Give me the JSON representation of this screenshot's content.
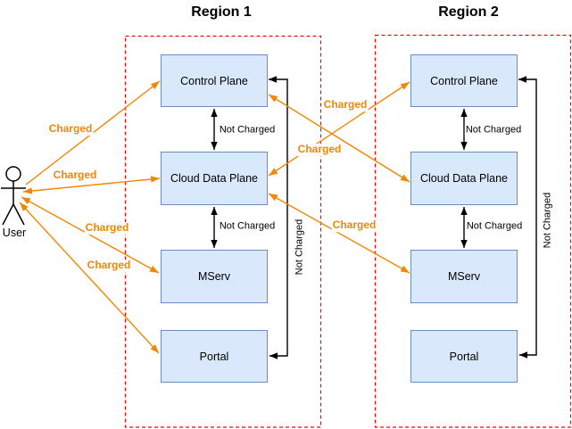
{
  "diagram": {
    "actor": {
      "label": "User"
    },
    "regions": [
      {
        "title": "Region 1",
        "nodes": [
          "Control Plane",
          "Cloud Data Plane",
          "MServ",
          "Portal"
        ]
      },
      {
        "title": "Region 2",
        "nodes": [
          "Control Plane",
          "Cloud Data Plane",
          "MServ",
          "Portal"
        ]
      }
    ],
    "labels": {
      "charged": "Charged",
      "not_charged": "Not Charged"
    },
    "edges": [
      {
        "from": "User",
        "to": "Region 1 / Control Plane",
        "status": "Charged"
      },
      {
        "from": "User",
        "to": "Region 1 / Cloud Data Plane",
        "status": "Charged"
      },
      {
        "from": "User",
        "to": "Region 1 / MServ",
        "status": "Charged"
      },
      {
        "from": "User",
        "to": "Region 1 / Portal",
        "status": "Charged"
      },
      {
        "from": "Region 1 / Control Plane",
        "to": "Region 2 / Cloud Data Plane",
        "status": "Charged"
      },
      {
        "from": "Region 1 / Cloud Data Plane",
        "to": "Region 2 / Control Plane",
        "status": "Charged"
      },
      {
        "from": "Region 1 / Cloud Data Plane",
        "to": "Region 2 / MServ",
        "status": "Charged"
      },
      {
        "from": "Region 1 / Control Plane",
        "to": "Region 1 / Cloud Data Plane",
        "status": "Not Charged"
      },
      {
        "from": "Region 1 / Cloud Data Plane",
        "to": "Region 1 / MServ",
        "status": "Not Charged"
      },
      {
        "from": "Region 1 / Control Plane",
        "to": "Region 1 / Portal",
        "status": "Not Charged"
      },
      {
        "from": "Region 2 / Control Plane",
        "to": "Region 2 / Cloud Data Plane",
        "status": "Not Charged"
      },
      {
        "from": "Region 2 / Cloud Data Plane",
        "to": "Region 2 / MServ",
        "status": "Not Charged"
      },
      {
        "from": "Region 2 / Control Plane",
        "to": "Region 2 / Portal",
        "status": "Not Charged"
      }
    ],
    "colors": {
      "charged_edge": "#F28705",
      "not_charged_edge": "#000000",
      "node_fill": "#DAE8FC",
      "node_border": "#6C8EBF",
      "region_border": "#FF0000"
    }
  }
}
